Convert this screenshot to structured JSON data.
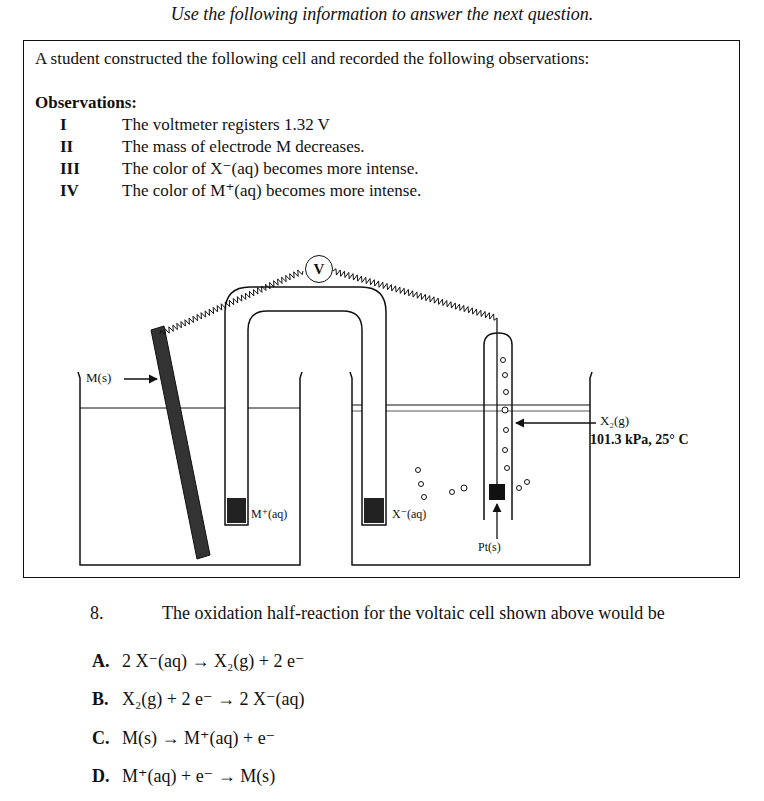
{
  "diagram": {
    "title": "Use the following information to answer the next question.",
    "nodes": [
      {
        "text": [
          "A student constructed the following cell and recorded the following observations:",
          "Observations:"
        ]
      },
      {
        "text": [
          "V"
        ],
        "in": 0
      }
    ],
    "labels": [
      "I",
      "The voltmeter registers 1.32 V",
      "II",
      "The mass of electrode M decreases.",
      "III",
      "The color of X⁻(aq) becomes more intense.",
      "IV",
      "The color of M⁺(aq) becomes more intense.",
      "M(s)",
      "M⁺(aq)",
      "X⁻(aq)",
      "X₂(g)",
      "101.3 kPa, 25° C",
      "Pt(s)",
      "8.",
      "The oxidation half-reaction for the voltaic cell shown above would be",
      "A.",
      "2 X⁻(aq) → X₂(g) + 2 e⁻",
      "B.",
      "X₂(g) + 2 e⁻ → 2 X⁻(aq)",
      "C.",
      "M(s) → M⁺(aq) + e⁻",
      "D.",
      "M⁺(aq) + e⁻ → M(s)"
    ]
  }
}
